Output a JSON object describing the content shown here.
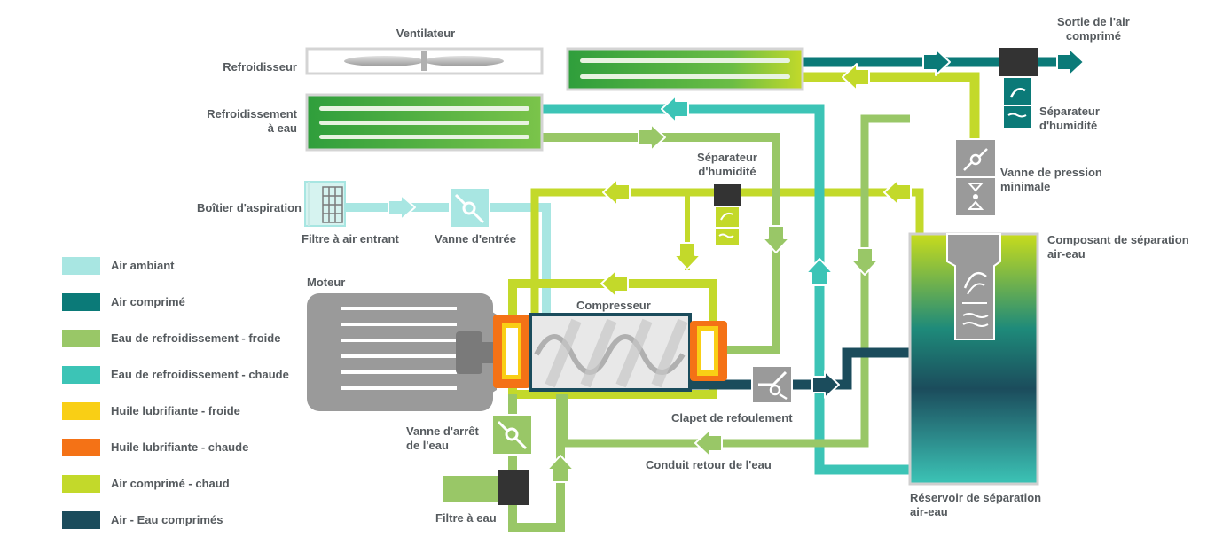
{
  "colors": {
    "air_ambiant": "#a8e6e2",
    "air_comprime": "#0b7a78",
    "eau_froide": "#99c767",
    "eau_chaude": "#3cc4b6",
    "huile_froide": "#f9cf15",
    "huile_chaude": "#f47216",
    "air_chaud": "#c3d92a",
    "air_eau": "#1b4c5c",
    "component_gray": "#9a9a9a",
    "label_gray": "#555a5e"
  },
  "labels": {
    "ventilateur": "Ventilateur",
    "refroidisseur": "Refroidisseur",
    "refroidissement_eau_1": "Refroidissement",
    "refroidissement_eau_2": "à eau",
    "boitier_aspiration": "Boîtier d'aspiration",
    "filtre_air": "Filtre à air entrant",
    "vanne_entree": "Vanne d'entrée",
    "moteur": "Moteur",
    "compresseur": "Compresseur",
    "separateur_mid_1": "Séparateur",
    "separateur_mid_2": "d'humidité",
    "separateur_top_1": "Séparateur",
    "separateur_top_2": "d'humidité",
    "sortie_air_1": "Sortie de l'air",
    "sortie_air_2": "comprimé",
    "vanne_pression_1": "Vanne de pression",
    "vanne_pression_2": "minimale",
    "composant_sep_1": "Composant de séparation",
    "composant_sep_2": "air-eau",
    "clapet": "Clapet de refoulement",
    "conduit_retour": "Conduit retour de l'eau",
    "vanne_arret_1": "Vanne d'arrêt",
    "vanne_arret_2": "de l'eau",
    "filtre_eau": "Filtre à eau",
    "reservoir_1": "Réservoir de séparation",
    "reservoir_2": "air-eau"
  },
  "legend": [
    {
      "label": "Air ambiant",
      "color": "#a8e6e2",
      "icon": "swatch"
    },
    {
      "label": "Air comprimé",
      "color": "#0b7a78",
      "icon": "swatch"
    },
    {
      "label": "Eau de refroidissement - froide",
      "color": "#99c767",
      "icon": "swatch"
    },
    {
      "label": "Eau de refroidissement - chaude",
      "color": "#3cc4b6",
      "icon": "swatch"
    },
    {
      "label": "Huile lubrifiante - froide",
      "color": "#f9cf15",
      "icon": "swatch"
    },
    {
      "label": "Huile lubrifiante - chaude",
      "color": "#f47216",
      "icon": "swatch"
    },
    {
      "label": "Air comprimé - chaud",
      "color": "#c3d92a",
      "icon": "swatch"
    },
    {
      "label": "Air - Eau comprimés",
      "color": "#1b4c5c",
      "icon": "swatch"
    }
  ]
}
